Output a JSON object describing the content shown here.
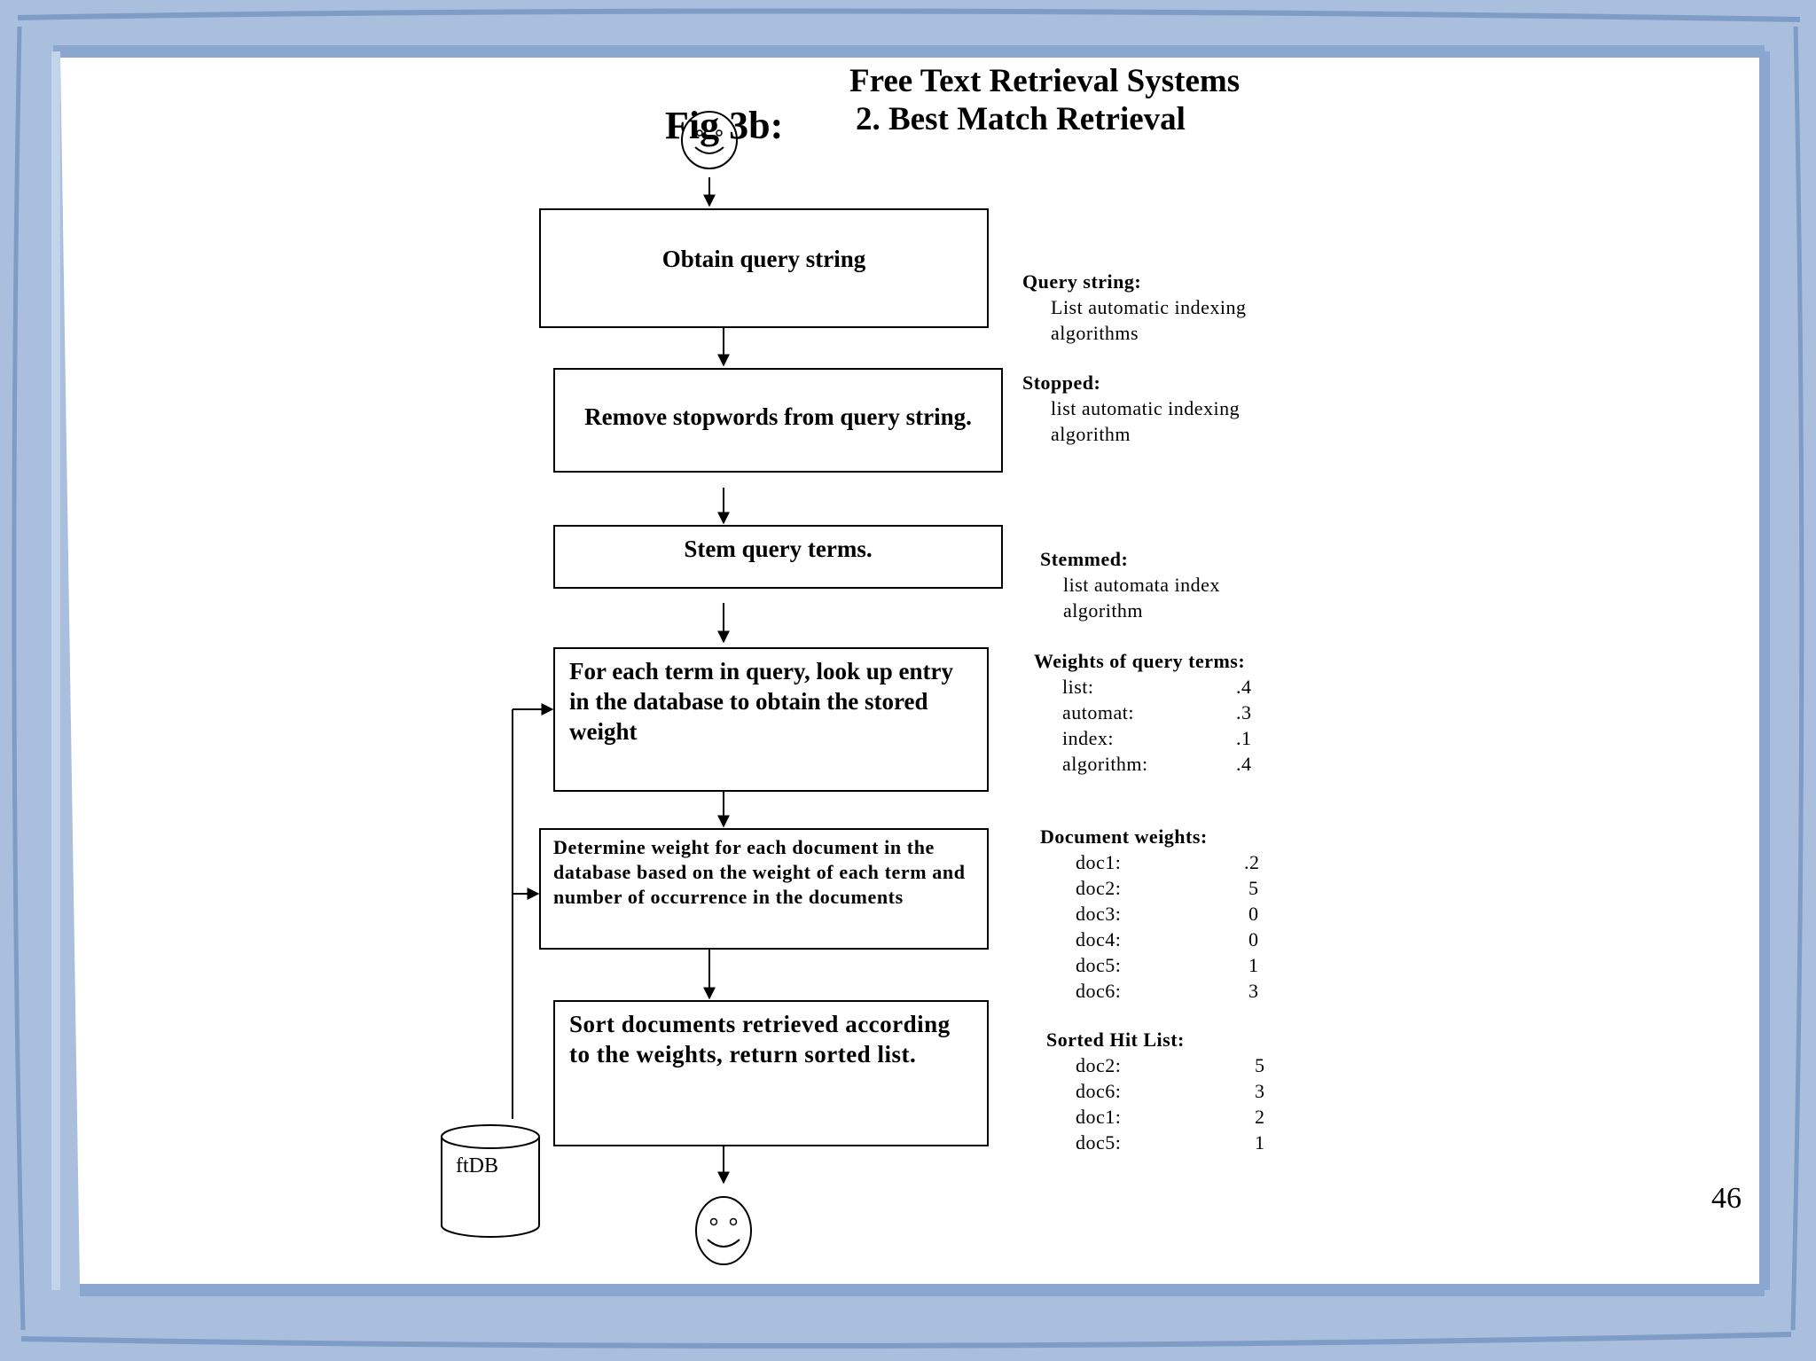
{
  "slide": {
    "title_line1": "Free Text Retrieval Systems",
    "title_line2": "2. Best Match Retrieval",
    "fig_label": "Fig 3b:",
    "page_number": "46"
  },
  "flow": {
    "steps": [
      "Obtain query string",
      "Remove stopwords from query string.",
      "Stem query terms.",
      "For each term in query, look up entry in the database to obtain the stored weight",
      "Determine weight for each document in the database based on the weight of each term and number of occurrence in the documents",
      "Sort documents retrieved according to the weights, return sorted list."
    ],
    "database_label": "ftDB"
  },
  "annotations": {
    "query_string": {
      "heading": "Query string:",
      "lines": [
        "List automatic indexing",
        "algorithms"
      ]
    },
    "stopped": {
      "heading": "Stopped:",
      "lines": [
        "list automatic indexing",
        "algorithm"
      ]
    },
    "stemmed": {
      "heading": "Stemmed:",
      "lines": [
        "list automata index",
        "algorithm"
      ]
    },
    "weights": {
      "heading": "Weights of query terms:",
      "rows": [
        {
          "term": "list:",
          "value": ".4"
        },
        {
          "term": "automat:",
          "value": ".3"
        },
        {
          "term": "index:",
          "value": ".1"
        },
        {
          "term": "algorithm:",
          "value": ".4"
        }
      ]
    },
    "document_weights": {
      "heading": "Document weights:",
      "rows": [
        {
          "doc": "doc1:",
          "value": ".2"
        },
        {
          "doc": "doc2:",
          "value": "5"
        },
        {
          "doc": "doc3:",
          "value": "0"
        },
        {
          "doc": "doc4:",
          "value": "0"
        },
        {
          "doc": "doc5:",
          "value": "1"
        },
        {
          "doc": "doc6:",
          "value": "3"
        }
      ]
    },
    "sorted_hit_list": {
      "heading": "Sorted Hit List:",
      "rows": [
        {
          "doc": "doc2:",
          "value": "5"
        },
        {
          "doc": "doc6:",
          "value": "3"
        },
        {
          "doc": "doc1:",
          "value": "2"
        },
        {
          "doc": "doc5:",
          "value": "1"
        }
      ]
    }
  },
  "colors": {
    "frame_blue": "#a9bfdd",
    "frame_dark": "#7f9cc6",
    "ink": "#000000"
  }
}
